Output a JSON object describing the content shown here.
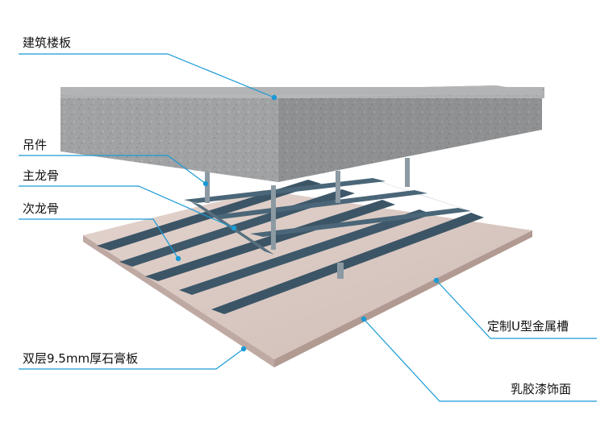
{
  "labels": {
    "floor_slab": "建筑楼板",
    "hanger": "吊件",
    "main_keel": "主龙骨",
    "secondary_keel": "次龙骨",
    "gypsum_board": "双层9.5mm厚石膏板",
    "u_channel": "定制U型金属槽",
    "latex_paint": "乳胶漆饰面"
  },
  "colors": {
    "leader_line": "#1a9ad6",
    "slab": "#a9abad",
    "board": "#d9c9c3",
    "keel": "#3c5566"
  }
}
